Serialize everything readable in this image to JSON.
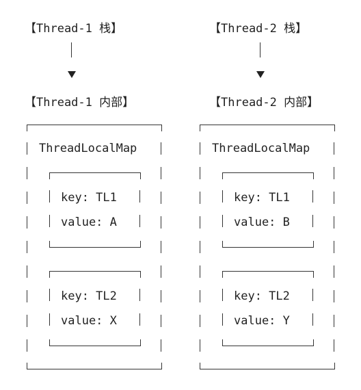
{
  "thread1": {
    "stack_label": "【Thread-1 栈】",
    "internal_label": "【Thread-1 内部】",
    "map_title": "ThreadLocalMap",
    "entries": [
      {
        "key": "key: TL1",
        "value": "value: A"
      },
      {
        "key": "key: TL2",
        "value": "value: X"
      }
    ]
  },
  "thread2": {
    "stack_label": "【Thread-2 栈】",
    "internal_label": "【Thread-2 内部】",
    "map_title": "ThreadLocalMap",
    "entries": [
      {
        "key": "key: TL1",
        "value": "value: B"
      },
      {
        "key": "key: TL2",
        "value": "value: Y"
      }
    ]
  }
}
